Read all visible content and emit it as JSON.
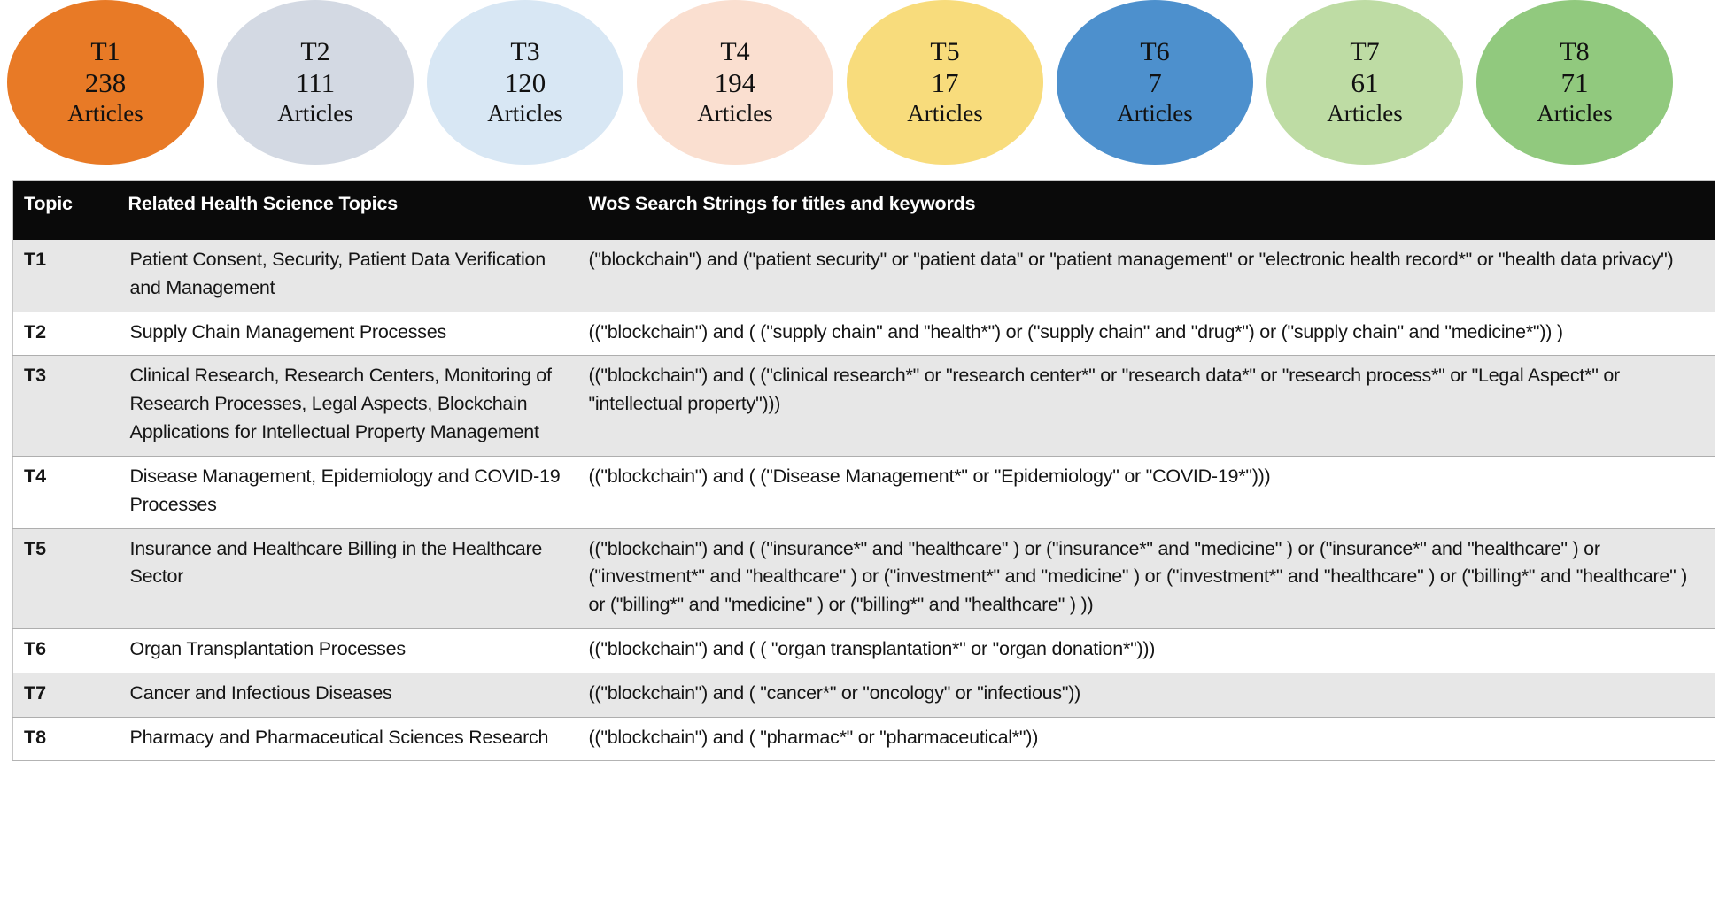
{
  "figure": {
    "kind": "topic-summary-figure",
    "unit_label": "Articles"
  },
  "bubbles": [
    {
      "id": "T1",
      "count": "238",
      "unit": "Articles",
      "color": "#E87A26"
    },
    {
      "id": "T2",
      "count": "111",
      "unit": "Articles",
      "color": "#D3D9E3"
    },
    {
      "id": "T3",
      "count": "120",
      "unit": "Articles",
      "color": "#D8E7F4"
    },
    {
      "id": "T4",
      "count": "194",
      "unit": "Articles",
      "color": "#FADFD0"
    },
    {
      "id": "T5",
      "count": "17",
      "unit": "Articles",
      "color": "#F8DC7C"
    },
    {
      "id": "T6",
      "count": "7",
      "unit": "Articles",
      "color": "#4D90CD"
    },
    {
      "id": "T7",
      "count": "61",
      "unit": "Articles",
      "color": "#BEDCA4"
    },
    {
      "id": "T8",
      "count": "71",
      "unit": "Articles",
      "color": "#91C97E"
    }
  ],
  "table": {
    "headers": {
      "topic": "Topic",
      "related": "Related Health Science Topics",
      "search": "WoS Search Strings for titles and keywords"
    },
    "rows": [
      {
        "topic": "T1",
        "related": "Patient Consent, Security, Patient Data Verification and Management",
        "search": "(\"blockchain\") and (\"patient security\" or \"patient data\" or \"patient management\" or \"electronic health record*\" or \"health data privacy\")"
      },
      {
        "topic": "T2",
        "related": "Supply Chain Management Processes",
        "search": "((\"blockchain\") and ( (\"supply chain\"  and \"health*\")   or (\"supply chain\"  and \"drug*\")  or (\"supply chain\"  and \"medicine*\")) )"
      },
      {
        "topic": "T3",
        "related": "Clinical Research, Research Centers, Monitoring of Research Processes, Legal Aspects, Blockchain Applications for Intellectual Property Management",
        "search": "((\"blockchain\") and  ( (\"clinical research*\" or \"research center*\" or \"research data*\" or \"research process*\" or \"Legal Aspect*\" or \"intellectual property\")))"
      },
      {
        "topic": "T4",
        "related": "Disease Management, Epidemiology and COVID-19 Processes",
        "search": "((\"blockchain\") and  ( (\"Disease Management*\" or \"Epidemiology\" or \"COVID-19*\")))"
      },
      {
        "topic": "T5",
        "related": "Insurance and Healthcare Billing in the Healthcare Sector",
        "search": "((\"blockchain\") and (     (\"insurance*\" and \"healthcare\" )   or (\"insurance*\" and \"medicine\" ) or  (\"insurance*\" and \"healthcare\" )   or (\"investment*\" and \"healthcare\" )   or (\"investment*\" and \"medicine\" ) or (\"investment*\" and \"healthcare\" )  or  (\"billing*\" and \"healthcare\" )   or (\"billing*\" and \"medicine\" ) or (\"billing*\" and \"healthcare\" )  ))"
      },
      {
        "topic": "T6",
        "related": "Organ Transplantation Processes",
        "search": "((\"blockchain\") and  ( ( \"organ transplantation*\"  or \"organ donation*\")))"
      },
      {
        "topic": "T7",
        "related": "Cancer and Infectious Diseases",
        "search": "((\"blockchain\") and  (  \"cancer*\" or \"oncology\" or \"infectious\"))"
      },
      {
        "topic": "T8",
        "related": "Pharmacy and Pharmaceutical Sciences Research",
        "search": "((\"blockchain\") and  (  \"pharmac*\" or \"pharmaceutical*\"))"
      }
    ]
  }
}
